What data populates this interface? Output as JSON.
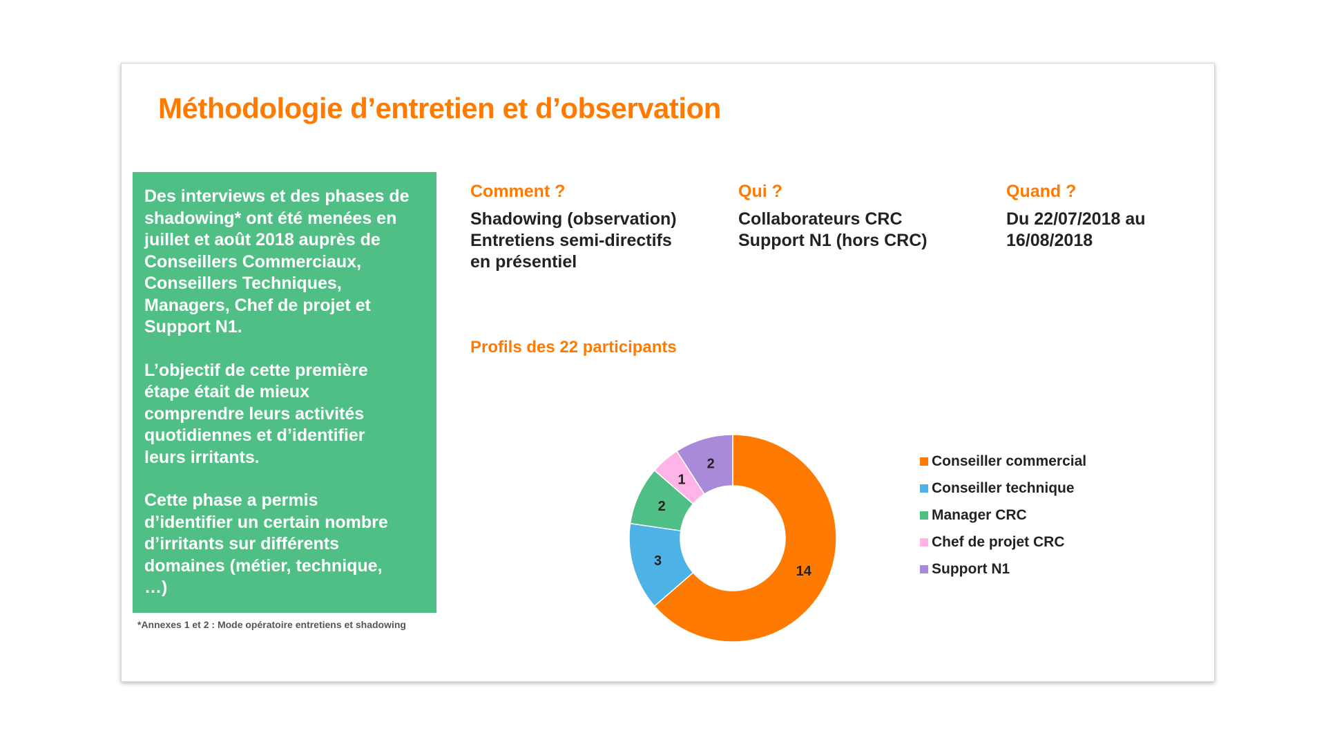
{
  "title": "Méthodologie d’entretien et d’observation",
  "left_box": {
    "paragraphs": [
      [
        "Des interviews et des phases de",
        "shadowing*  ont été menées en",
        "juillet et août 2018 auprès de",
        "Conseillers Commerciaux,",
        "Conseillers Techniques,",
        "Managers, Chef de projet et",
        "Support  N1."
      ],
      [
        "L’objectif  de cette première",
        "étape était de mieux",
        "comprendre leurs activités",
        "quotidiennes  et d’identifier",
        "leurs irritants."
      ],
      [
        "Cette phase a permis",
        "d’identifier  un certain nombre",
        "d’irritants sur différents",
        "domaines (métier, technique,",
        "…)"
      ]
    ]
  },
  "footnote": "*Annexes 1 et 2 : Mode opératoire entretiens et shadowing",
  "columns": [
    {
      "heading": "Comment ?",
      "lines": [
        "Shadowing  (observation)",
        "Entretiens semi-directifs",
        "en présentiel"
      ]
    },
    {
      "heading": "Qui  ?",
      "lines": [
        "Collaborateurs CRC",
        "Support  N1 (hors CRC)"
      ]
    },
    {
      "heading": "Quand  ?",
      "lines": [
        "Du 22/07/2018 au",
        "16/08/2018"
      ]
    }
  ],
  "chart_heading": "Profils des 22 participants",
  "chart_data": {
    "type": "pie",
    "variant": "donut",
    "title": "Profils des 22 participants",
    "categories": [
      "Conseiller commercial",
      "Conseiller technique",
      "Manager CRC",
      "Chef de projet CRC",
      "Support N1"
    ],
    "values": [
      14,
      3,
      2,
      1,
      2
    ],
    "colors": [
      "#ff7a00",
      "#4db3e6",
      "#4fbf86",
      "#ffb3e6",
      "#a98ad8"
    ],
    "data_labels": [
      "14",
      "3",
      "2",
      "1",
      "2"
    ],
    "legend_position": "right"
  }
}
